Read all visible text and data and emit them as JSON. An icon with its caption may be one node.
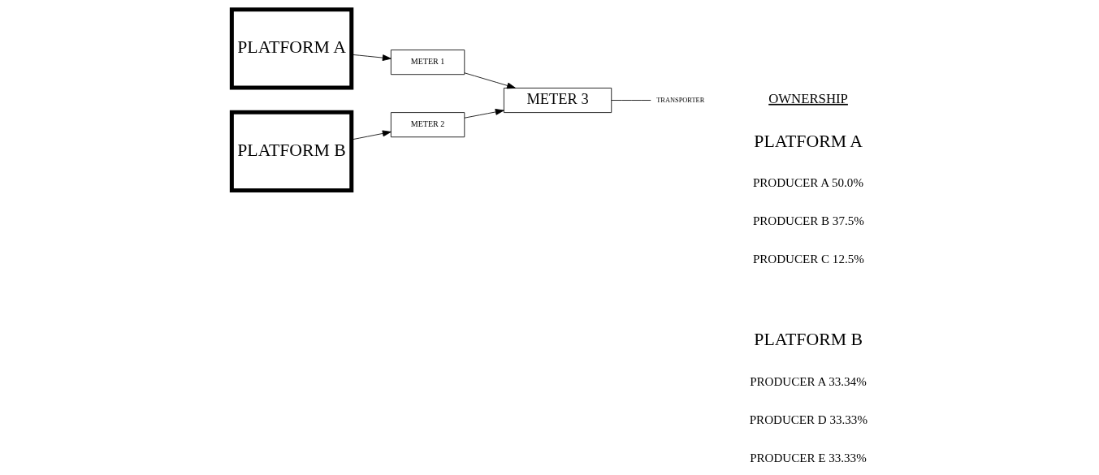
{
  "diagram": {
    "nodes": [
      {
        "text": [
          "PLATFORM A"
        ]
      },
      {
        "text": [
          "METER 1"
        ]
      },
      {
        "text": [
          "PLATFORM B"
        ]
      },
      {
        "text": [
          "METER 2"
        ]
      },
      {
        "text": [
          "METER 3"
        ]
      },
      {
        "text": [
          "TRANSPORTER"
        ]
      }
    ],
    "edges": [
      {
        "from": 0,
        "to": 1,
        "arrow": "to"
      },
      {
        "from": 2,
        "to": 3,
        "arrow": "to"
      },
      {
        "from": 1,
        "to": 4,
        "arrow": "to"
      },
      {
        "from": 3,
        "to": 4,
        "arrow": "to"
      },
      {
        "from": 4,
        "to": 5,
        "arrow": "none"
      }
    ],
    "labels": [
      "OWNERSHIP",
      "PLATFORM A",
      "PRODUCER A 50.0%",
      "PRODUCER B 37.5%",
      "PRODUCER C 12.5%",
      "PLATFORM B",
      "PRODUCER A 33.34%",
      "PRODUCER D 33.33%",
      "PRODUCER E 33.33%"
    ]
  }
}
